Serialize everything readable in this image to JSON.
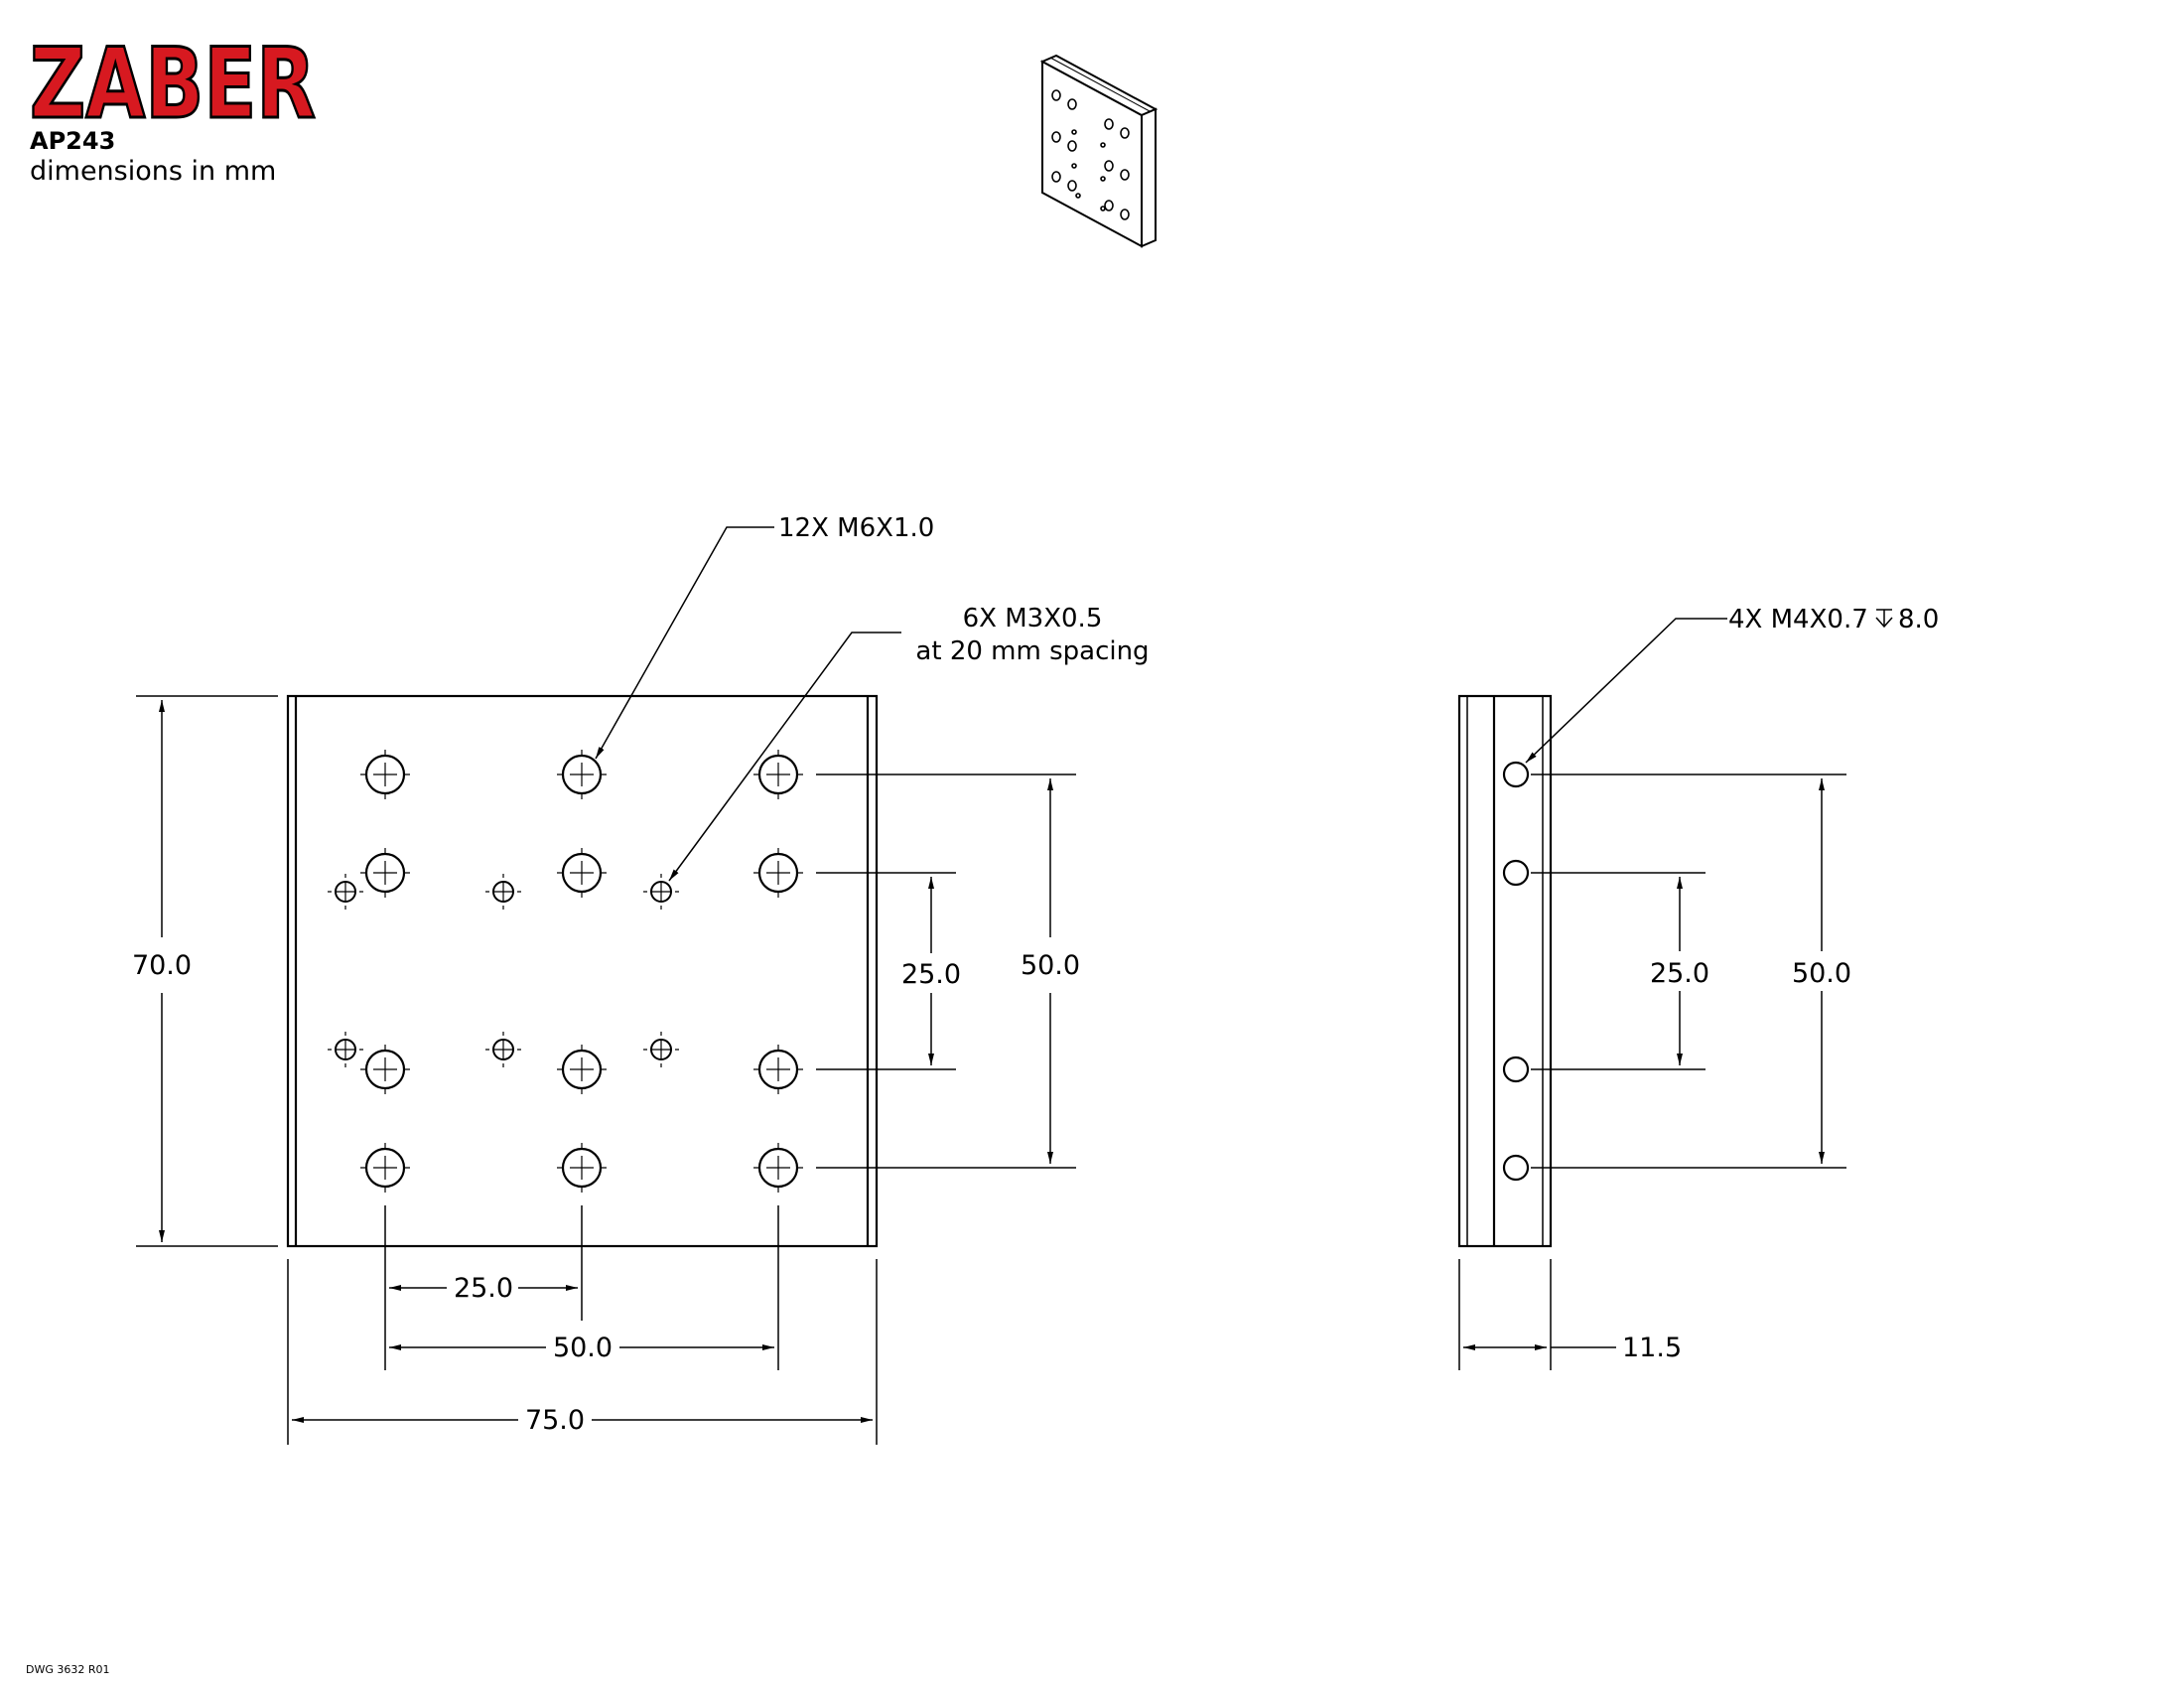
{
  "brand": {
    "logo_text": "ZABER",
    "logo_color": "#d71920"
  },
  "header": {
    "part_number": "AP243",
    "units_note": "dimensions in mm"
  },
  "callouts": {
    "m6_holes": "12X M6X1.0",
    "m3_holes_line1": "6X M3X0.5",
    "m3_holes_line2": "at 20 mm spacing",
    "m4_holes": "4X M4X0.7",
    "m4_depth": "8.0"
  },
  "dimensions": {
    "front_height": "70.0",
    "front_width": "75.0",
    "front_h_25": "25.0",
    "front_h_50": "50.0",
    "front_v_25": "25.0",
    "front_v_50": "50.0",
    "side_thickness": "11.5",
    "side_v_25": "25.0",
    "side_v_50": "50.0"
  },
  "footer": {
    "drawing_number": "DWG 3632 R01"
  }
}
